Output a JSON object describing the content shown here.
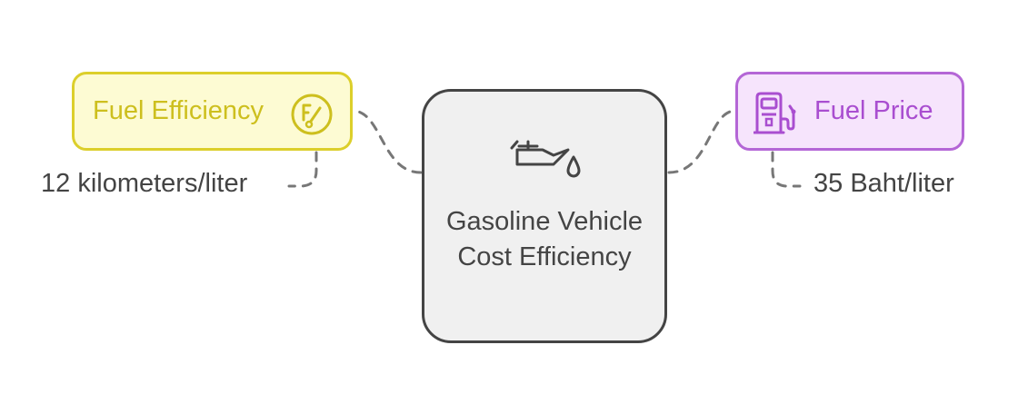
{
  "diagram": {
    "center": {
      "label": "Gasoline Vehicle Cost Efficiency",
      "icon": "oil-can-icon"
    },
    "left_node": {
      "label": "Fuel Efficiency",
      "icon": "fuel-gauge-icon",
      "detail": "12 kilometers/liter"
    },
    "right_node": {
      "label": "Fuel Price",
      "icon": "fuel-pump-icon",
      "detail": "35 Baht/liter"
    },
    "colors": {
      "left_border": "#dccf2b",
      "left_fill": "#fdfbd3",
      "left_text": "#cdbf1e",
      "right_border": "#b466d6",
      "right_fill": "#f6e4fc",
      "right_text": "#a94ed0",
      "center_border": "#444444",
      "center_fill": "#f0f0f0",
      "text": "#444444",
      "connector": "#777777"
    }
  }
}
